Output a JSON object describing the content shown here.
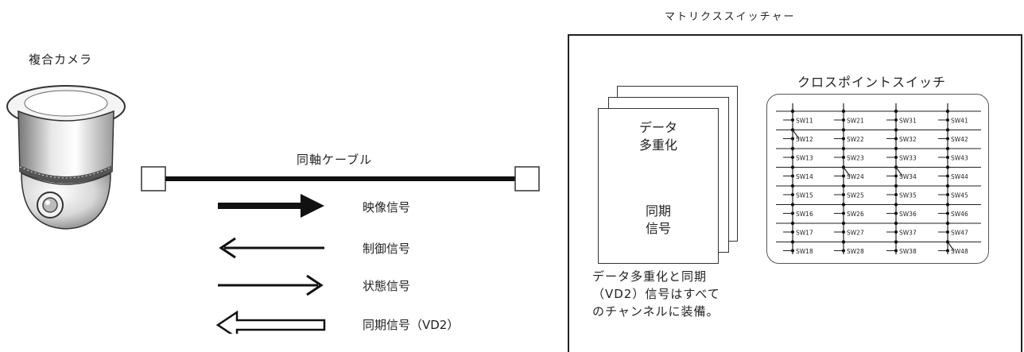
{
  "camera": {
    "label": "複合カメラ"
  },
  "cable": {
    "label": "同軸ケーブル"
  },
  "matrix": {
    "title": "マトリクススイッチャー",
    "crosspoint_label": "クロスポイントスイッチ",
    "sheet_top_text": "データ\n多重化",
    "sheet_bottom_text": "同期\n信号",
    "note_lines": [
      "データ多重化と同期",
      "（VD2）信号はすべて",
      "のチャンネルに装備。"
    ],
    "switch_rows": [
      [
        "SW11",
        "SW21",
        "SW31",
        "SW41"
      ],
      [
        "SW12",
        "SW22",
        "SW32",
        "SW42"
      ],
      [
        "SW13",
        "SW23",
        "SW33",
        "SW43"
      ],
      [
        "SW14",
        "SW24",
        "SW34",
        "SW44"
      ],
      [
        "SW15",
        "SW25",
        "SW35",
        "SW45"
      ],
      [
        "SW16",
        "SW26",
        "SW36",
        "SW46"
      ],
      [
        "SW17",
        "SW27",
        "SW37",
        "SW47"
      ],
      [
        "SW18",
        "SW28",
        "SW38",
        "SW48"
      ]
    ]
  },
  "signals": [
    {
      "label": "映像信号",
      "direction": "right",
      "style": "bold"
    },
    {
      "label": "制御信号",
      "direction": "left",
      "style": "thin"
    },
    {
      "label": "状態信号",
      "direction": "right",
      "style": "thin"
    },
    {
      "label": "同期信号（VD2）",
      "direction": "left",
      "style": "hollow"
    }
  ]
}
